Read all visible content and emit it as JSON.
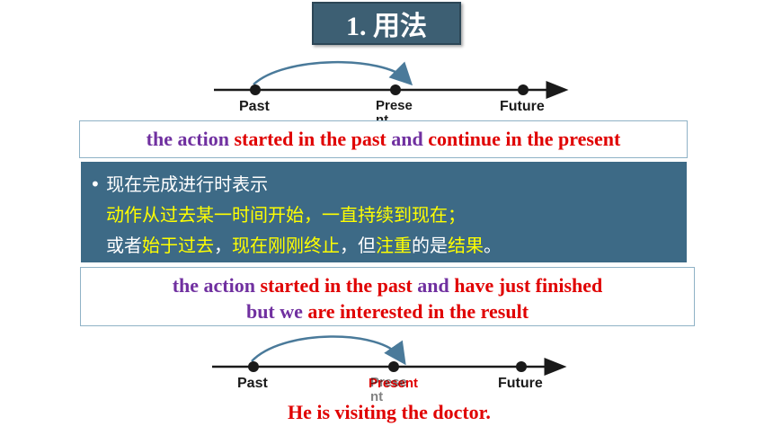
{
  "title": "1. 用法",
  "timeline1": {
    "past": "Past",
    "present": "Prese\nnt",
    "future": "Future"
  },
  "definition1": {
    "part1": "the action ",
    "part2": "started in the past ",
    "part3": "and ",
    "part4": "continue in the present"
  },
  "panel": {
    "bullet": "•",
    "line1": "现在完成进行时表示",
    "line2": "动作从过去某一时间开始，一直持续到现在；",
    "line3_a": "或者",
    "line3_b": "始于过去",
    "line3_c": "，",
    "line3_d": "现在刚刚终止",
    "line3_e": "，但",
    "line3_f": "注重",
    "line3_g": "的是",
    "line3_h": "结果",
    "line3_i": "。"
  },
  "definition2": {
    "l1_a": "the action ",
    "l1_b": "started in the past ",
    "l1_c": "and ",
    "l1_d": "have just finished",
    "l2_a": "but we ",
    "l2_b": "are interested in the result"
  },
  "timeline2": {
    "past": "Past",
    "present_overlay": "Present",
    "present": "Prese\nnt",
    "future": "Future"
  },
  "example": "He is visiting the doctor.",
  "colors": {
    "panel": "#3d6a86",
    "title_box": "#3d5f73",
    "purple": "#7030a0",
    "red": "#e00000",
    "yellow": "#ffff00",
    "arrow": "#4a7a9a"
  }
}
